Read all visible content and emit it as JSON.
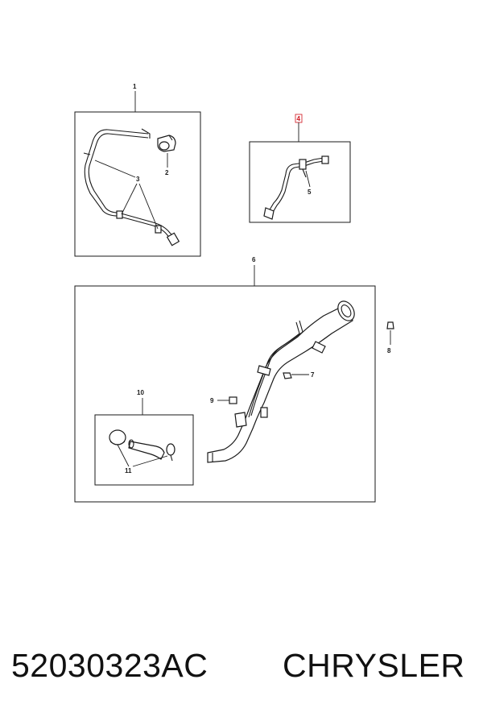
{
  "callouts": {
    "c1": "1",
    "c2": "2",
    "c3": "3",
    "c4": "4",
    "c5": "5",
    "c6": "6",
    "c7": "7",
    "c8": "8",
    "c9": "9",
    "c10": "10",
    "c11": "11"
  },
  "footer": {
    "part_number": "52030323AC",
    "brand": "CHRYSLER"
  },
  "colors": {
    "line": "#1a1a1a",
    "highlight": "#d0121b",
    "background": "#ffffff"
  }
}
